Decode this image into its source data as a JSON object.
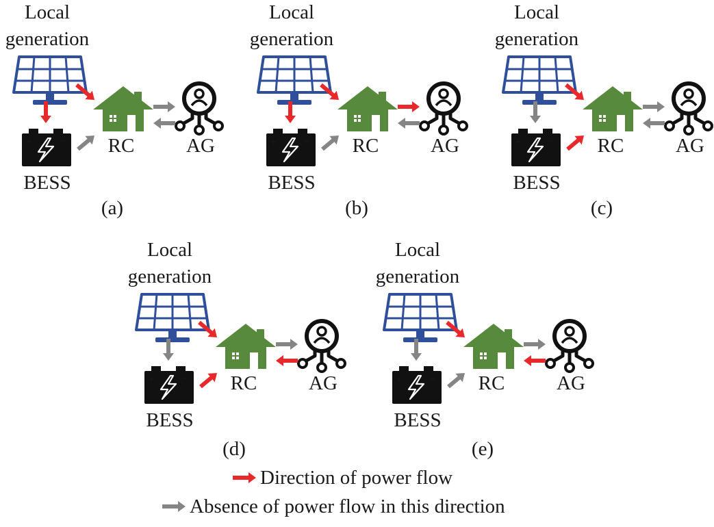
{
  "labels": {
    "local_line1": "Local",
    "local_line2": "generation",
    "bess": "BESS",
    "rc": "RC",
    "ag": "AG"
  },
  "colors": {
    "active": "#e8292c",
    "inactive": "#858585",
    "solar": "#2f4f9a",
    "house": "#578a3c",
    "battery": "#111111",
    "ag": "#111111"
  },
  "panels": [
    {
      "caption": "(a)",
      "flows": {
        "pv_bess": "active",
        "pv_rc": "active",
        "rc_ag": "inactive",
        "ag_rc": "inactive",
        "bess_rc": "inactive"
      }
    },
    {
      "caption": "(b)",
      "flows": {
        "pv_bess": "active",
        "pv_rc": "active",
        "rc_ag": "active",
        "ag_rc": "inactive",
        "bess_rc": "inactive"
      }
    },
    {
      "caption": "(c)",
      "flows": {
        "pv_bess": "inactive",
        "pv_rc": "active",
        "rc_ag": "inactive",
        "ag_rc": "inactive",
        "bess_rc": "active"
      }
    },
    {
      "caption": "(d)",
      "flows": {
        "pv_bess": "inactive",
        "pv_rc": "active",
        "rc_ag": "inactive",
        "ag_rc": "active",
        "bess_rc": "active"
      }
    },
    {
      "caption": "(e)",
      "flows": {
        "pv_bess": "inactive",
        "pv_rc": "active",
        "rc_ag": "inactive",
        "ag_rc": "active",
        "bess_rc": "inactive"
      }
    }
  ],
  "legend": [
    {
      "status": "active",
      "text": "Direction of power flow"
    },
    {
      "status": "inactive",
      "text": "Absence of power flow in this direction"
    }
  ]
}
